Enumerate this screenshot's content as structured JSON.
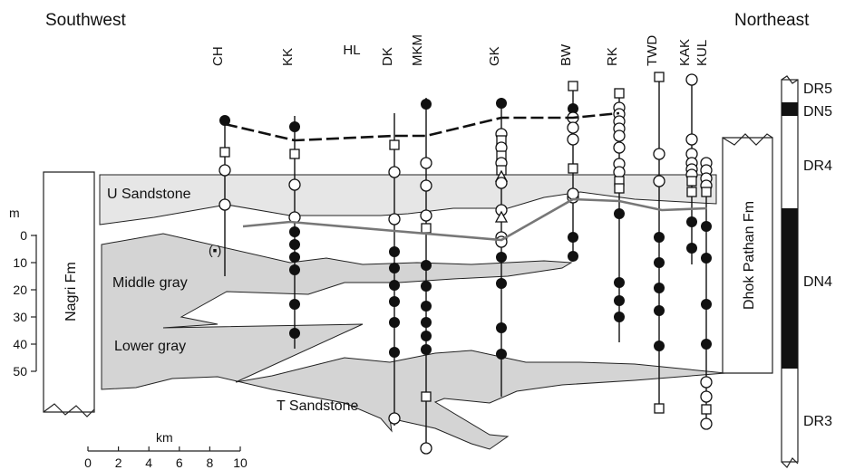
{
  "titles": {
    "left": "Southwest",
    "right": "Northeast"
  },
  "sites": [
    "CH",
    "KK",
    "HL",
    "DK",
    "MKM",
    "GK",
    "BW",
    "RK",
    "TWD",
    "KAK",
    "KUL"
  ],
  "units": {
    "u_sandstone": "U Sandstone",
    "middle_gray": "Middle gray",
    "lower_gray": "Lower gray",
    "t_sandstone": "T Sandstone",
    "nagri": "Nagri Fm",
    "dhok_pathan": "Dhok Pathan Fm"
  },
  "depth_scale": {
    "unit": "m",
    "ticks": [
      "0",
      "10",
      "20",
      "30",
      "40",
      "50"
    ]
  },
  "km_scale": {
    "unit": "km",
    "ticks": [
      "0",
      "2",
      "4",
      "6",
      "8",
      "10"
    ]
  },
  "magnetozones": [
    "DR5",
    "DN5",
    "DR4",
    "DN4",
    "DR3"
  ],
  "special_marks": {
    "ch_bracket": "(▪)"
  },
  "colors": {
    "gray_unit": "#d4d4d4",
    "light_unit": "#e6e6e6",
    "normal_zone": "#111111",
    "reversed_zone": "#ffffff"
  }
}
